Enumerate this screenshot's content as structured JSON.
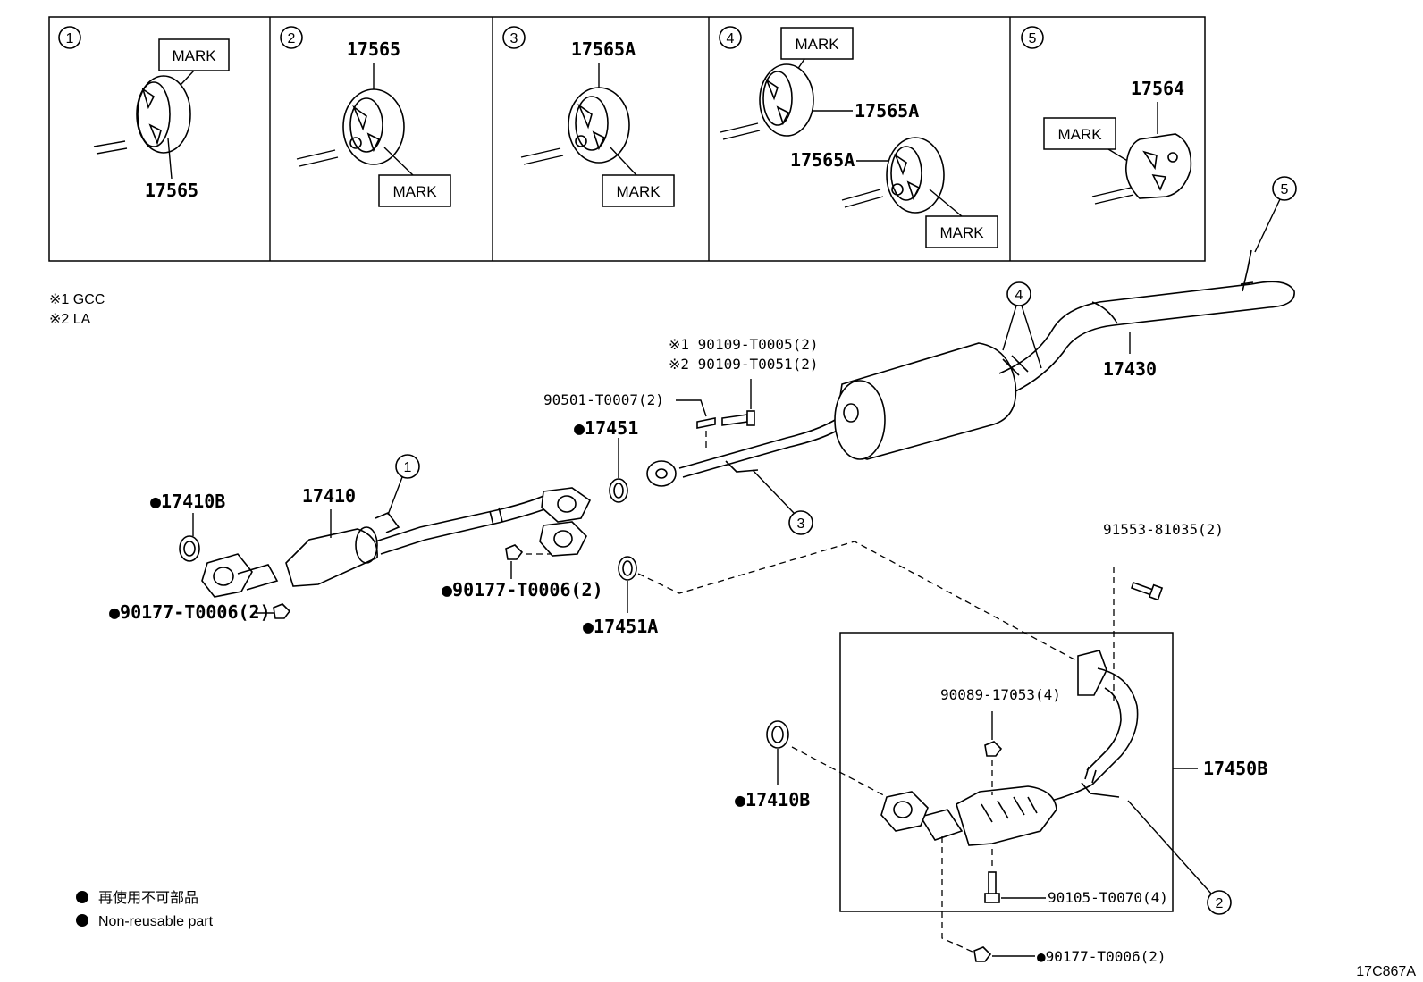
{
  "inset_panels": [
    {
      "number": "1",
      "labels": [
        "MARK",
        "17565"
      ]
    },
    {
      "number": "2",
      "labels": [
        "17565",
        "MARK"
      ]
    },
    {
      "number": "3",
      "labels": [
        "17565A",
        "MARK"
      ]
    },
    {
      "number": "4",
      "labels": [
        "MARK",
        "17565A",
        "17565A",
        "MARK"
      ]
    },
    {
      "number": "5",
      "labels": [
        "17564",
        "MARK"
      ]
    }
  ],
  "notes": {
    "gcc": "※1 GCC",
    "la": "※2 LA"
  },
  "parts": {
    "p17430": "17430",
    "p90109_gcc": "※1  90109-T0005(2)",
    "p90109_la": "※2  90109-T0051(2)",
    "p90501": "90501-T0007(2)",
    "p17451": "●17451",
    "p17410B_top": "●17410B",
    "p17410": "17410",
    "p90177_left": "●90177-T0006(2)",
    "p90177_mid": "●90177-T0006(2)",
    "p17451A": "●17451A",
    "p91553": "91553-81035(2)",
    "p90089": "90089-17053(4)",
    "p17450B": "17450B",
    "p17410B_bottom": "●17410B",
    "p90105": "90105-T0070(4)",
    "p90177_bottom": "●90177-T0006(2)"
  },
  "callouts": {
    "c1": "1",
    "c2": "2",
    "c3": "3",
    "c4": "4",
    "c5": "5"
  },
  "legend": {
    "jp": "再使用不可部品",
    "en": "Non-reusable part"
  },
  "illustration_code": "17C867A"
}
